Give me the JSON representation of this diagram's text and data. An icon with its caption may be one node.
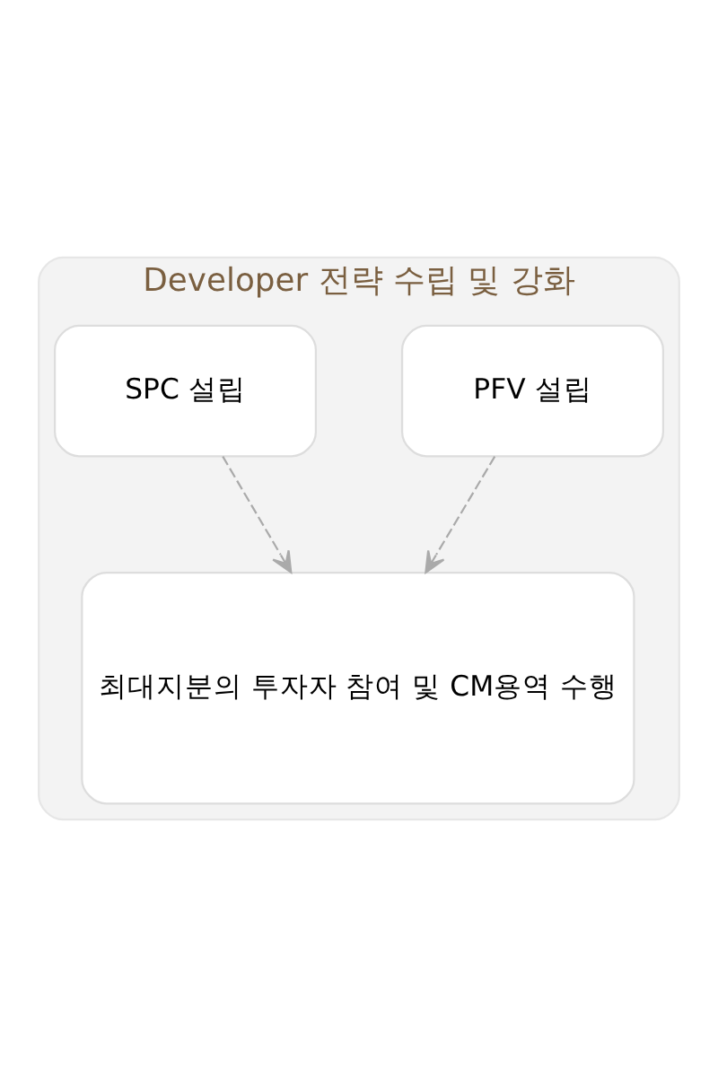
{
  "diagram": {
    "nodes": [
      {
        "text": [
          "Developer 전략 수립 및 강화"
        ]
      },
      {
        "text": [
          "PFV 설립"
        ],
        "in": 0
      },
      {
        "text": [
          "SPC 설립"
        ],
        "in": 0
      },
      {
        "text": [
          "최대지분의 투자자 참여 및 CM용역 수행"
        ],
        "in": 0
      }
    ],
    "edges": [
      {
        "from": 1,
        "to": 3,
        "arrow": "to",
        "style": "dashed"
      },
      {
        "from": 2,
        "to": 3,
        "arrow": "to",
        "style": "dashed"
      }
    ]
  }
}
